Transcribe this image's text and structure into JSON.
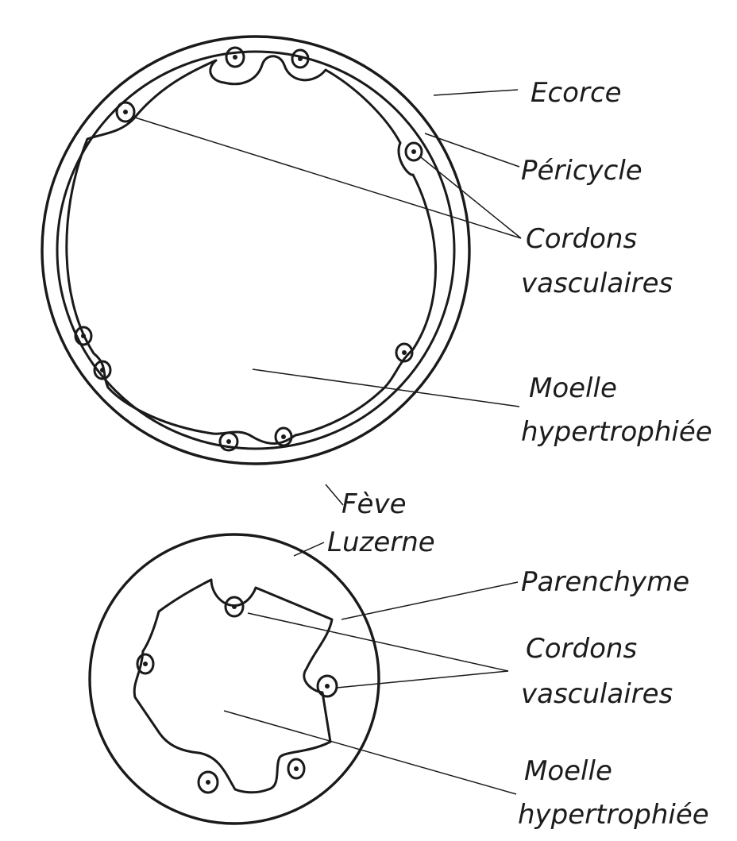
{
  "labels": {
    "ecorce": "Ecorce",
    "pericycle": "Péricycle",
    "cordons_1": "Cordons",
    "vasculaires_1": "vasculaires",
    "moelle_1": "Moelle",
    "hypertrophiee_1": "hypertrophiée",
    "feve": "Fève",
    "luzerne": "Luzerne",
    "parenchyme": "Parenchyme",
    "cordons_2": "Cordons",
    "vasculaires_2": "vasculaires",
    "moelle_2": "Moelle",
    "hypertrophiee_2": "hypertrophiée"
  },
  "colors": {
    "ink": "#1a1a1a",
    "background": "#ffffff"
  }
}
